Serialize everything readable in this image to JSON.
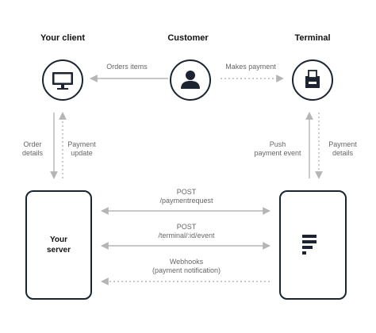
{
  "nodes": {
    "your_client": {
      "title": "Your client",
      "icon": "monitor-icon"
    },
    "customer": {
      "title": "Customer",
      "icon": "person-icon"
    },
    "terminal": {
      "title": "Terminal",
      "icon": "payment-terminal-icon"
    },
    "your_server": {
      "line1": "Your",
      "line2": "server"
    },
    "platform": {
      "icon": "platform-logo-icon"
    }
  },
  "edges": {
    "orders_items": {
      "label": "Orders items",
      "style": "solid"
    },
    "makes_payment": {
      "label": "Makes payment",
      "style": "dotted"
    },
    "order_details": {
      "line1": "Order",
      "line2": "details",
      "style": "solid"
    },
    "payment_update": {
      "line1": "Payment",
      "line2": "update",
      "style": "dotted"
    },
    "push_payment_event": {
      "line1": "Push",
      "line2": "payment event",
      "style": "solid"
    },
    "payment_details": {
      "line1": "Payment",
      "line2": "details",
      "style": "dotted"
    },
    "post_paymentrequest": {
      "line1": "POST",
      "line2": "/paymentrequest",
      "style": "solid"
    },
    "post_event": {
      "line1": "POST",
      "line2": "/terminal/:id/event",
      "style": "solid"
    },
    "webhooks": {
      "line1": "Webhooks",
      "line2": "(payment notification)",
      "style": "dotted"
    }
  },
  "colors": {
    "stroke": "#1b2430",
    "arrow": "#b5b5b5",
    "label": "#666666",
    "title": "#111111"
  }
}
